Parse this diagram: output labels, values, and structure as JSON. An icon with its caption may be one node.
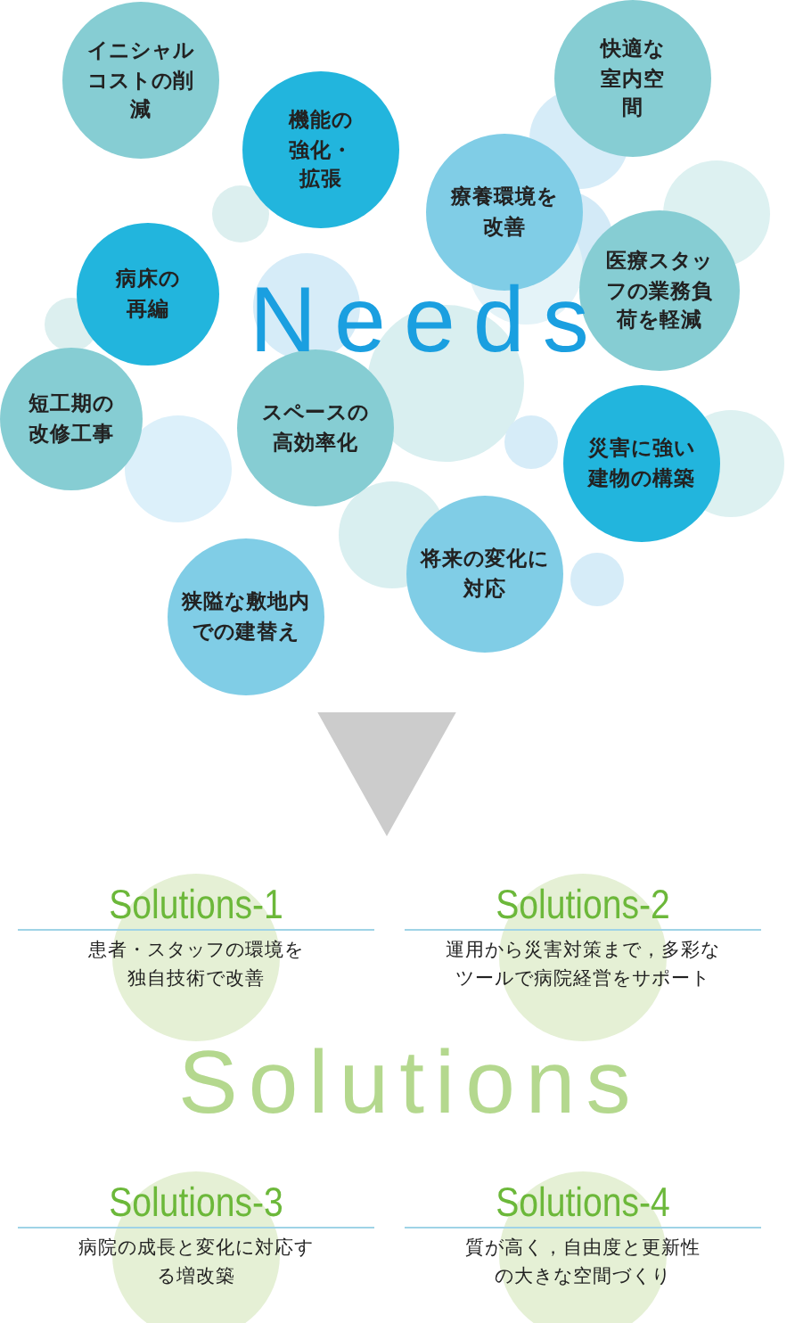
{
  "diagram": {
    "nodes": [
      {
        "text": [
          "イニシャルコストの削減"
        ]
      },
      {
        "text": [
          "機能の強化・拡張"
        ]
      },
      {
        "text": [
          "快適な室内空間"
        ]
      },
      {
        "text": [
          "療養環境を改善"
        ]
      },
      {
        "text": [
          "病床の再編"
        ]
      },
      {
        "text": [
          "医療スタッフの業務負荷を軽減"
        ]
      },
      {
        "text": [
          "短工期の改修工事"
        ]
      },
      {
        "text": [
          "スペースの高効率化"
        ]
      },
      {
        "text": [
          "災害に強い建物の構築"
        ]
      },
      {
        "text": [
          "将来の変化に対応"
        ]
      },
      {
        "text": [
          "狭隘な敷地内での建替え"
        ]
      },
      {
        "text": [
          "Solutions-1",
          "患者・スタッフの環境を独自技術で改善"
        ]
      },
      {
        "text": [
          "Solutions-2",
          "運用から災害対策まで，多彩なツールで病院経営をサポート"
        ]
      },
      {
        "text": [
          "Solutions-3",
          "病院の成長と変化に対応する増改築"
        ]
      },
      {
        "text": [
          "Solutions-4",
          "質が高く，自由度と更新性の大きな空間づくり"
        ]
      },
      {
        "text": [
          "Needs"
        ]
      },
      {
        "text": [
          "Solutions"
        ]
      }
    ],
    "edges": [
      {
        "from": 10,
        "to": 11,
        "arrow": "to"
      }
    ]
  }
}
